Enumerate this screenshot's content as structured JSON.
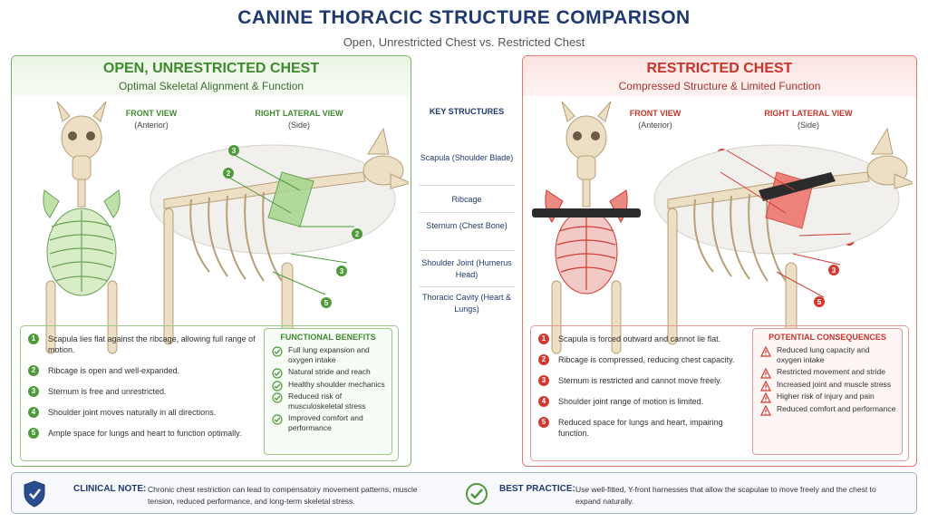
{
  "title": "CANINE THORACIC STRUCTURE COMPARISON",
  "subtitle": "Open, Unrestricted Chest vs. Restricted Chest",
  "colors": {
    "green": "#4f9b3c",
    "red": "#cf3a31",
    "navy": "#1f3a6e"
  },
  "left": {
    "title": "OPEN, UNRESTRICTED CHEST",
    "subtitle": "Optimal Skeletal Alignment & Function",
    "front_label": "FRONT VIEW",
    "front_sub": "(Anterior)",
    "side_label": "RIGHT LATERAL VIEW",
    "side_sub": "(Side)",
    "items": [
      {
        "n": "1",
        "text": "Scapula lies flat against the ribcage, allowing full range of motion."
      },
      {
        "n": "2",
        "text": "Ribcage is open and well-expanded."
      },
      {
        "n": "3",
        "text": "Sternum is free and unrestricted."
      },
      {
        "n": "4",
        "text": "Shoulder joint moves naturally in all directions."
      },
      {
        "n": "5",
        "text": "Ample space for lungs and heart to function optimally."
      }
    ],
    "box_title": "FUNCTIONAL BENEFITS",
    "box_icon": "check-circle-icon",
    "box_items": [
      "Full lung expansion and oxygen intake",
      "Natural stride and reach",
      "Healthy shoulder mechanics",
      "Reduced risk of musculoskeletal stress",
      "Improved comfort and performance"
    ]
  },
  "key": {
    "title": "KEY STRUCTURES",
    "items": [
      "Scapula (Shoulder Blade)",
      "Ribcage",
      "Sternum (Chest Bone)",
      "Shoulder Joint (Humerus Head)",
      "Thoracic Cavity (Heart & Lungs)"
    ]
  },
  "right": {
    "title": "RESTRICTED CHEST",
    "subtitle": "Compressed Structure & Limited Function",
    "front_label": "FRONT VIEW",
    "front_sub": "(Anterior)",
    "side_label": "RIGHT LATERAL VIEW",
    "side_sub": "(Side)",
    "items": [
      {
        "n": "1",
        "text": "Scapula is forced outward and cannot lie flat."
      },
      {
        "n": "2",
        "text": "Ribcage is compressed, reducing chest capacity."
      },
      {
        "n": "3",
        "text": "Sternum is restricted and cannot move freely."
      },
      {
        "n": "4",
        "text": "Shoulder joint range of motion is limited."
      },
      {
        "n": "5",
        "text": "Reduced space for lungs and heart, impairing function."
      }
    ],
    "box_title": "POTENTIAL CONSEQUENCES",
    "box_icon": "warning-triangle-icon",
    "box_items": [
      "Reduced lung capacity and oxygen intake",
      "Restricted movement and stride",
      "Increased joint and muscle stress",
      "Higher risk of injury and pain",
      "Reduced comfort and performance"
    ]
  },
  "note": {
    "clinical_label": "CLINICAL NOTE:",
    "clinical_text": "Chronic chest restriction can lead to compensatory movement patterns, muscle tension, reduced performance, and long-term skeletal stress.",
    "clinical_icon": "shield-check-icon",
    "practice_label": "BEST PRACTICE:",
    "practice_text": "Use well-fitted, Y-front harnesses that allow the scapulae to move freely and the chest to expand naturally.",
    "practice_icon": "check-circle-icon"
  }
}
